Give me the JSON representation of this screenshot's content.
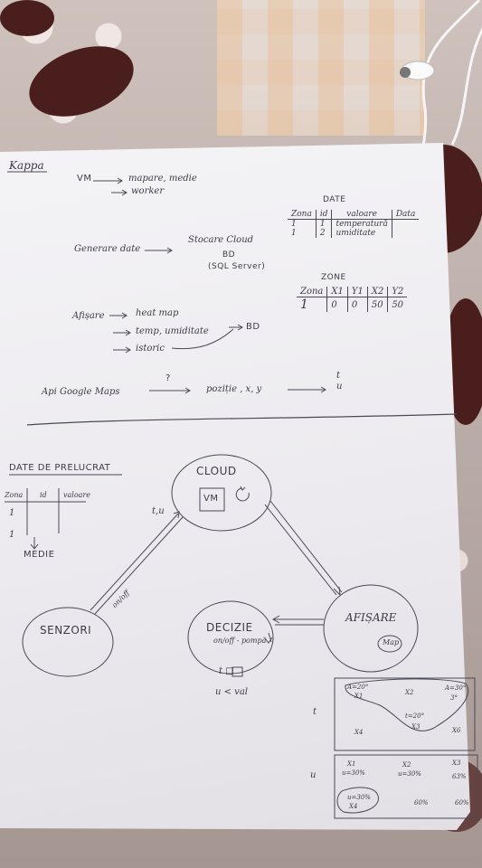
{
  "header": {
    "title": "Kappa"
  },
  "arch": {
    "vm": "VM",
    "mapare": "mapare, medie",
    "worker": "worker",
    "generare": "Generare date",
    "stocare": "Stocare Cloud",
    "bd": "BD",
    "sql": "(SQL Server)",
    "afisare": "Afișare",
    "heat": "heat map",
    "temp": "temp, umiditate",
    "bd2": "BD",
    "istoric": "istoric",
    "api": "Api Google Maps",
    "q": "?",
    "pozitie": "poziție , x, y",
    "tu_t": "t",
    "tu_u": "u"
  },
  "date_table": {
    "title": "DATE",
    "headers": [
      "Zona",
      "id",
      "valoare",
      "Data"
    ],
    "rows": [
      [
        "1",
        "1",
        "temperatură",
        ""
      ],
      [
        "1",
        "2",
        "umiditate",
        ""
      ]
    ]
  },
  "zone_table": {
    "title": "ZONE",
    "headers": [
      "Zona",
      "X1",
      "Y1",
      "X2",
      "Y2"
    ],
    "rows": [
      [
        "1",
        "0",
        "0",
        "50",
        "50"
      ]
    ]
  },
  "prelucrat": {
    "title": "DATE DE PRELUCRAT",
    "headers": [
      "Zona",
      "id",
      "valoare"
    ],
    "rows": [
      "1",
      "1"
    ],
    "medie": "MEDIE"
  },
  "diagram": {
    "cloud": "CLOUD",
    "vm": "VM",
    "senzori": "SENZORI",
    "decizie": "DECIZIE",
    "onoff": "on/off - pompă",
    "afisare": "AFIȘARE",
    "map": "Map",
    "tu": "t,u",
    "onoff_edge": "on/off",
    "cond1": "t □",
    "cond2": "u < val"
  },
  "maps": {
    "t_label": "t",
    "u_label": "u",
    "t_points": [
      "A=20°",
      "X1",
      "X2",
      "A=30°",
      "3°",
      "t=20°",
      "X3",
      "X4",
      "X6"
    ],
    "u_points": [
      "X1",
      "u=30%",
      "X2",
      "u=30%",
      "X3",
      "63%",
      "u=30%",
      "X4",
      "60%",
      "60%"
    ]
  }
}
